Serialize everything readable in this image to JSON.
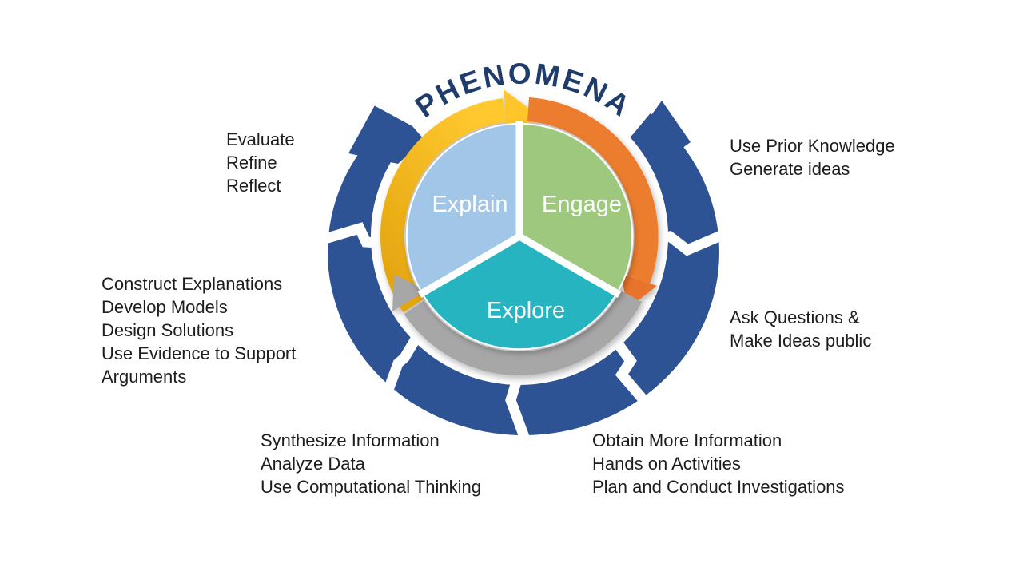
{
  "title": {
    "text": "PHENOMENA",
    "color": "#1F3C6D"
  },
  "cycle": {
    "wedges": [
      {
        "id": "explain",
        "label": "Explain",
        "color": "#A2C6E8"
      },
      {
        "id": "engage",
        "label": "Engage",
        "color": "#9DC87D"
      },
      {
        "id": "explore",
        "label": "Explore",
        "color": "#27B5C0"
      }
    ],
    "arrows": [
      {
        "id": "yellow-arrow",
        "from": "explain",
        "to": "phenomena",
        "color": "#F8BC2B"
      },
      {
        "id": "orange-arrow",
        "from": "engage",
        "to": "explore",
        "color": "#EC7D2F"
      },
      {
        "id": "gray-arrow",
        "from": "explore",
        "to": "explain",
        "color": "#A7A7A7"
      }
    ],
    "ring_color": "#2E5394"
  },
  "annotations": {
    "top_left": {
      "lines": [
        "Evaluate",
        "Refine",
        "Reflect"
      ]
    },
    "mid_left": {
      "lines": [
        "Construct Explanations",
        "Develop Models",
        "Design Solutions",
        "Use Evidence to Support",
        "Arguments"
      ]
    },
    "bottom_left": {
      "lines": [
        "Synthesize Information",
        "Analyze Data",
        "Use Computational Thinking"
      ]
    },
    "top_right": {
      "lines": [
        "Use Prior Knowledge",
        "Generate ideas"
      ]
    },
    "mid_right": {
      "lines": [
        "Ask Questions &",
        "Make Ideas public"
      ]
    },
    "bottom_right": {
      "lines": [
        "Obtain More Information",
        "Hands on Activities",
        "Plan and Conduct Investigations"
      ]
    }
  }
}
